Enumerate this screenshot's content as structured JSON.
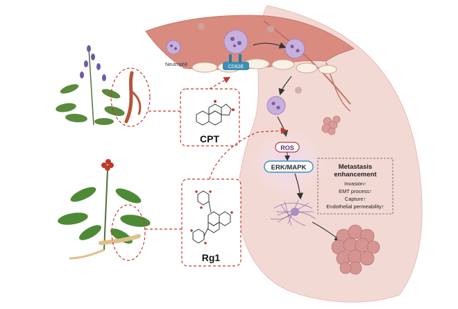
{
  "labels": {
    "neutrophil": "Neutrophil",
    "receptor": "CD62E",
    "compound_top": "CPT",
    "compound_bottom": "Rg1",
    "ros": "ROS",
    "pathway": "ERK/MAPK"
  },
  "effects_box": {
    "title_line1": "Metastasis",
    "title_line2": "enhancement",
    "items": [
      "Invasion↑",
      "EMT process↑",
      "Capture↑",
      "Endothelial permeability↑"
    ]
  },
  "colors": {
    "lung": "#f3d9d4",
    "vessel": "#d98b80",
    "dashed_line": "#c0392b",
    "neutrophil": "#b79ad0",
    "receptor": "#3b8fb7",
    "tumor": "#c98585"
  }
}
